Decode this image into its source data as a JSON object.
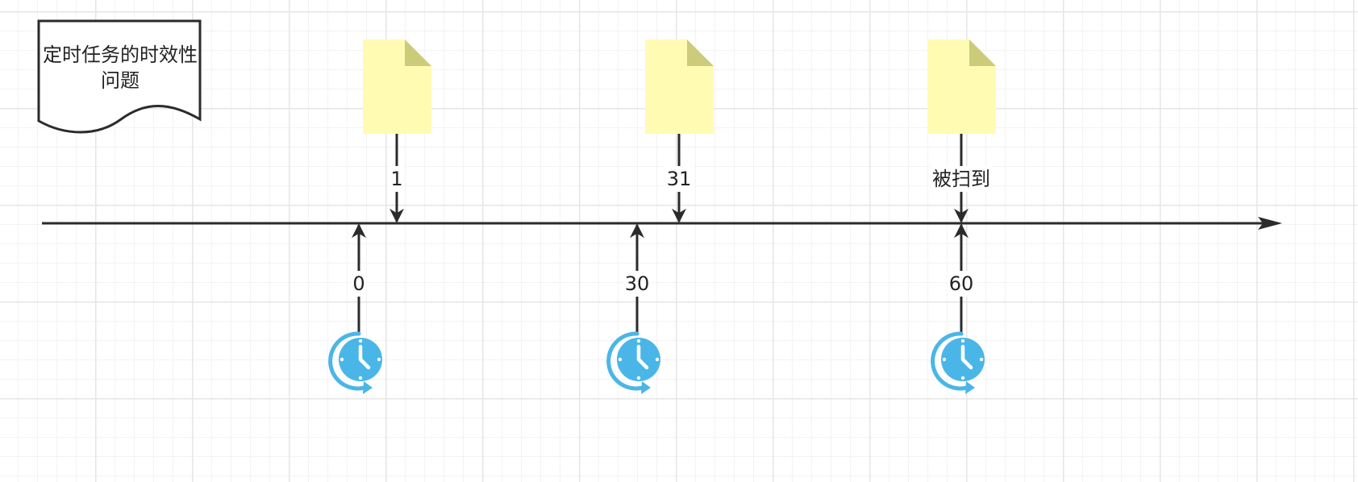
{
  "title": "定时任务的时效性问题",
  "tasks": [
    {
      "label": "1"
    },
    {
      "label": "31"
    },
    {
      "label": "被扫到"
    }
  ],
  "scans": [
    {
      "label": "0"
    },
    {
      "label": "30"
    },
    {
      "label": "60"
    }
  ],
  "colors": {
    "line": "#2b2b2b",
    "note_fill": "#fffbb3",
    "note_fold": "#cccb7a",
    "clock": "#4ab6e8"
  },
  "icons": {
    "task": "document-icon",
    "scan": "clock-refresh-icon"
  }
}
